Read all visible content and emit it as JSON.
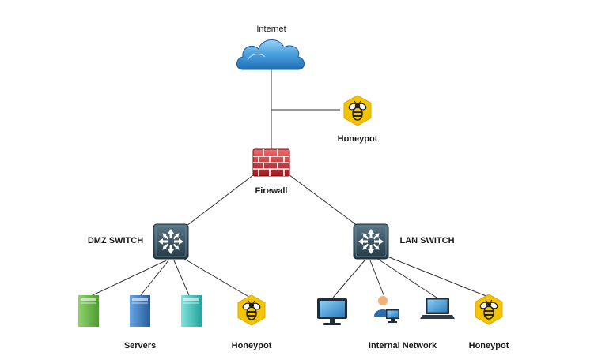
{
  "labels": {
    "internet": "Internet",
    "honeypot_top": "Honeypot",
    "firewall": "Firewall",
    "dmz_switch": "DMZ SWITCH",
    "lan_switch": "LAN SWITCH",
    "servers": "Servers",
    "honeypot_dmz": "Honeypot",
    "internal_network": "Internal Network",
    "honeypot_lan": "Honeypot"
  },
  "icons": {
    "internet": "cloud-icon",
    "firewall": "firewall-icon",
    "switch": "switch-icon",
    "server": "server-icon",
    "honeypot": "bee-icon",
    "desktop": "desktop-icon",
    "user": "user-workstation-icon",
    "laptop": "laptop-icon"
  },
  "colors": {
    "cloud": "#3a8fd0",
    "firewall": "#c8262d",
    "switch": "#2f4a5a",
    "honeypot": "#f2c200",
    "server_green": "#6cbf4a",
    "server_blue": "#3b7fc6",
    "server_teal": "#3ec9c0",
    "line": "#333333"
  }
}
